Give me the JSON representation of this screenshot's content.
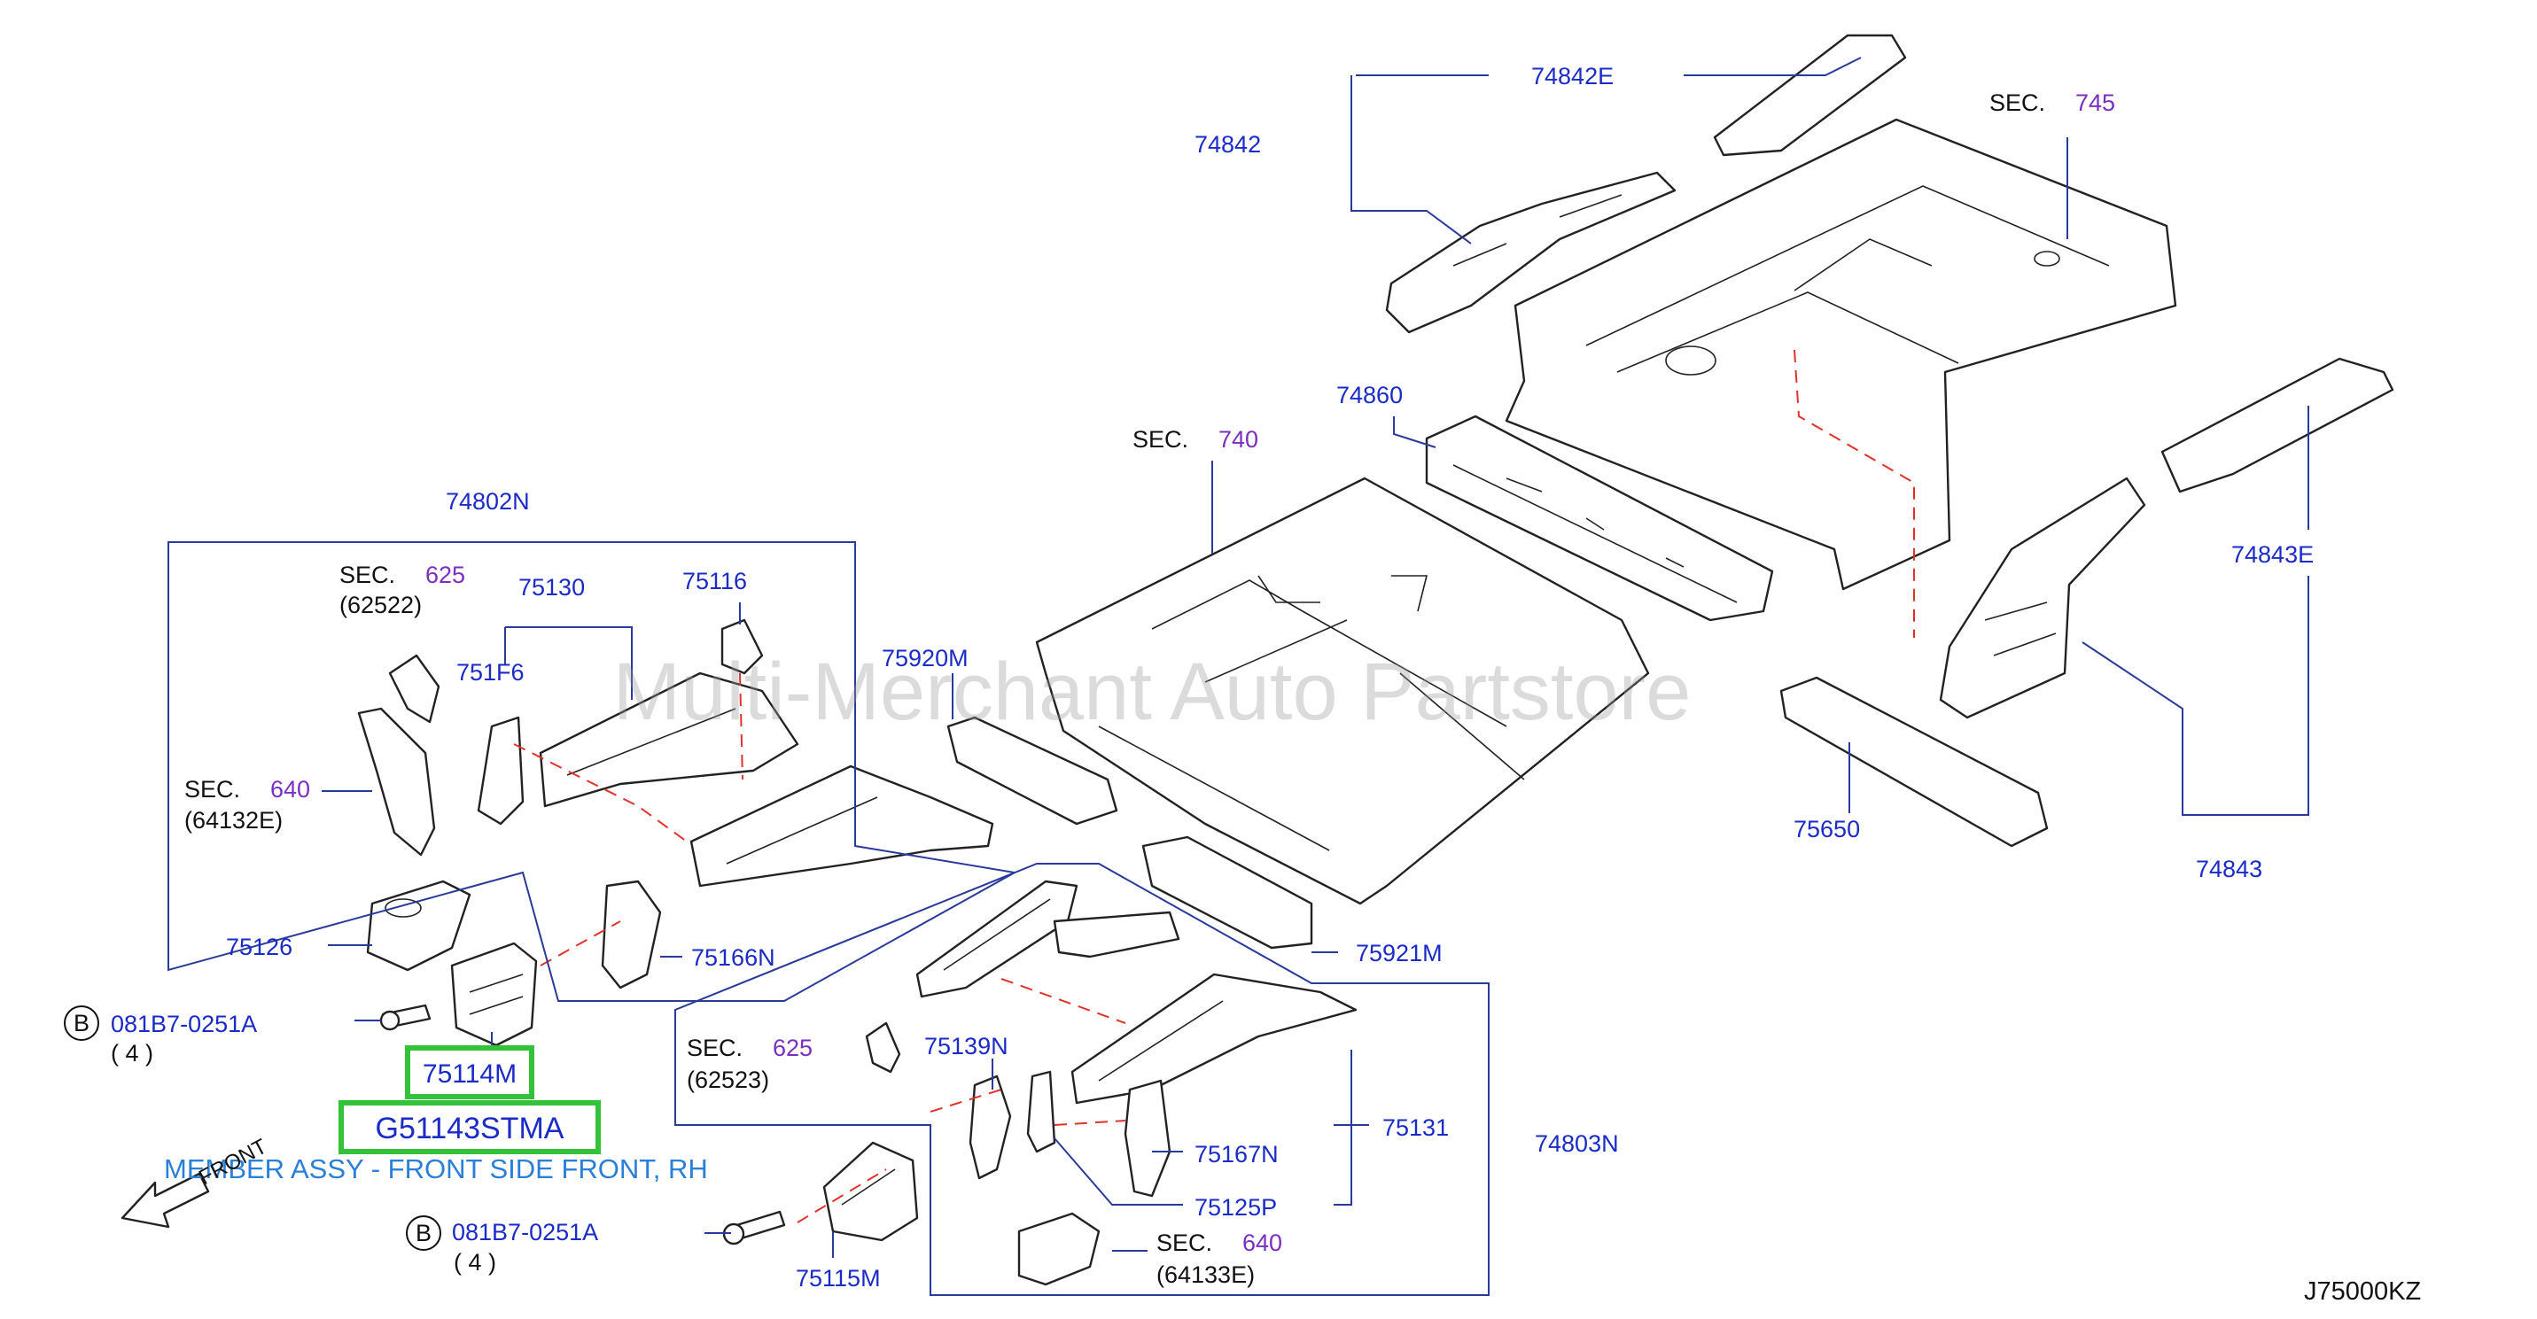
{
  "labels": {
    "l74842E": "74842E",
    "l74842": "74842",
    "l74860": "74860",
    "l74843E": "74843E",
    "l74843": "74843",
    "l75650": "75650",
    "l74802N": "74802N",
    "l75130": "75130",
    "l75116": "75116",
    "l751F6": "751F6",
    "l75920M": "75920M",
    "l75126": "75126",
    "l75166N": "75166N",
    "l75921M": "75921M",
    "l75139N": "75139N",
    "l75131": "75131",
    "l74803N": "74803N",
    "l75167N": "75167N",
    "l75125P": "75125P",
    "l75115M": "75115M",
    "bolt1": "081B7-0251A",
    "bolt1qty": "(   4   )",
    "bolt2": "081B7-0251A",
    "bolt2qty": "(   4   )",
    "boltmark": "B",
    "diagram_code": "J75000KZ",
    "front": "FRONT"
  },
  "sections": {
    "sec": "SEC.",
    "s745": "745",
    "s740": "740",
    "s625a": "625",
    "s625a_sub": "(62522)",
    "s640a": "640",
    "s640a_sub": "(64132E)",
    "s625b": "625",
    "s625b_sub": "(62523)",
    "s640b": "640",
    "s640b_sub": "(64133E)"
  },
  "highlight": {
    "part": "75114M",
    "oem": "G51143STMA",
    "description": "MEMBER ASSY - FRONT SIDE FRONT, RH"
  },
  "watermark": "Multi-Merchant Auto Partstore",
  "colors": {
    "part_number": "#1a2bc7",
    "section_number": "#7a2fc0",
    "highlight_border": "#34c23a",
    "description": "#2a7fd8",
    "red_guides": "#e0332b"
  }
}
